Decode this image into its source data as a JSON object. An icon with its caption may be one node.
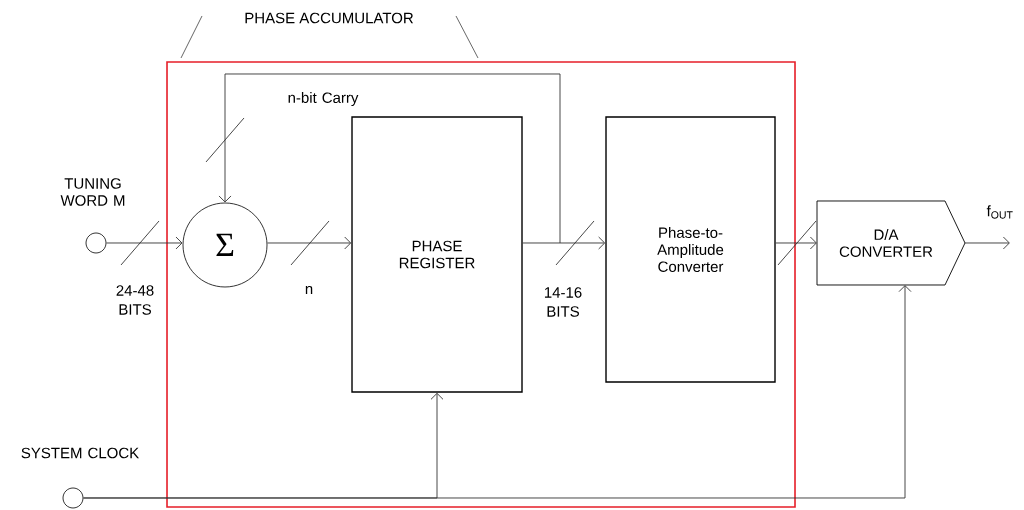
{
  "diagram": {
    "nodes": [
      {
        "text": [
          "PHASE ACCUMULATOR"
        ]
      },
      {
        "text": [
          "TUNING WORD M"
        ]
      },
      {
        "text": [
          "Σ"
        ],
        "in": 0
      },
      {
        "text": [
          "PHASE REGISTER"
        ],
        "in": 0
      },
      {
        "text": [
          "Phase-to-Amplitude Converter"
        ],
        "in": 0
      },
      {
        "text": [
          "D/A CONVERTER"
        ]
      },
      {
        "text": [
          "SYSTEM CLOCK"
        ]
      }
    ],
    "edges": [
      {
        "from": 1,
        "to": 2,
        "arrow": "to",
        "label": "24-48 BITS"
      },
      {
        "from": 2,
        "to": 3,
        "arrow": "to",
        "label": "n"
      },
      {
        "from": 3,
        "to": 4,
        "arrow": "to",
        "label": "14-16 BITS"
      },
      {
        "from": 3,
        "to": 2,
        "arrow": "to",
        "label": "n-bit Carry"
      },
      {
        "from": 4,
        "to": 5,
        "arrow": "to"
      },
      {
        "from": 5,
        "to": null,
        "arrow": "to",
        "label": "f$_{OUT}$"
      },
      {
        "from": 6,
        "to": 3,
        "arrow": "to"
      },
      {
        "from": 6,
        "to": 5,
        "arrow": "to"
      }
    ]
  }
}
